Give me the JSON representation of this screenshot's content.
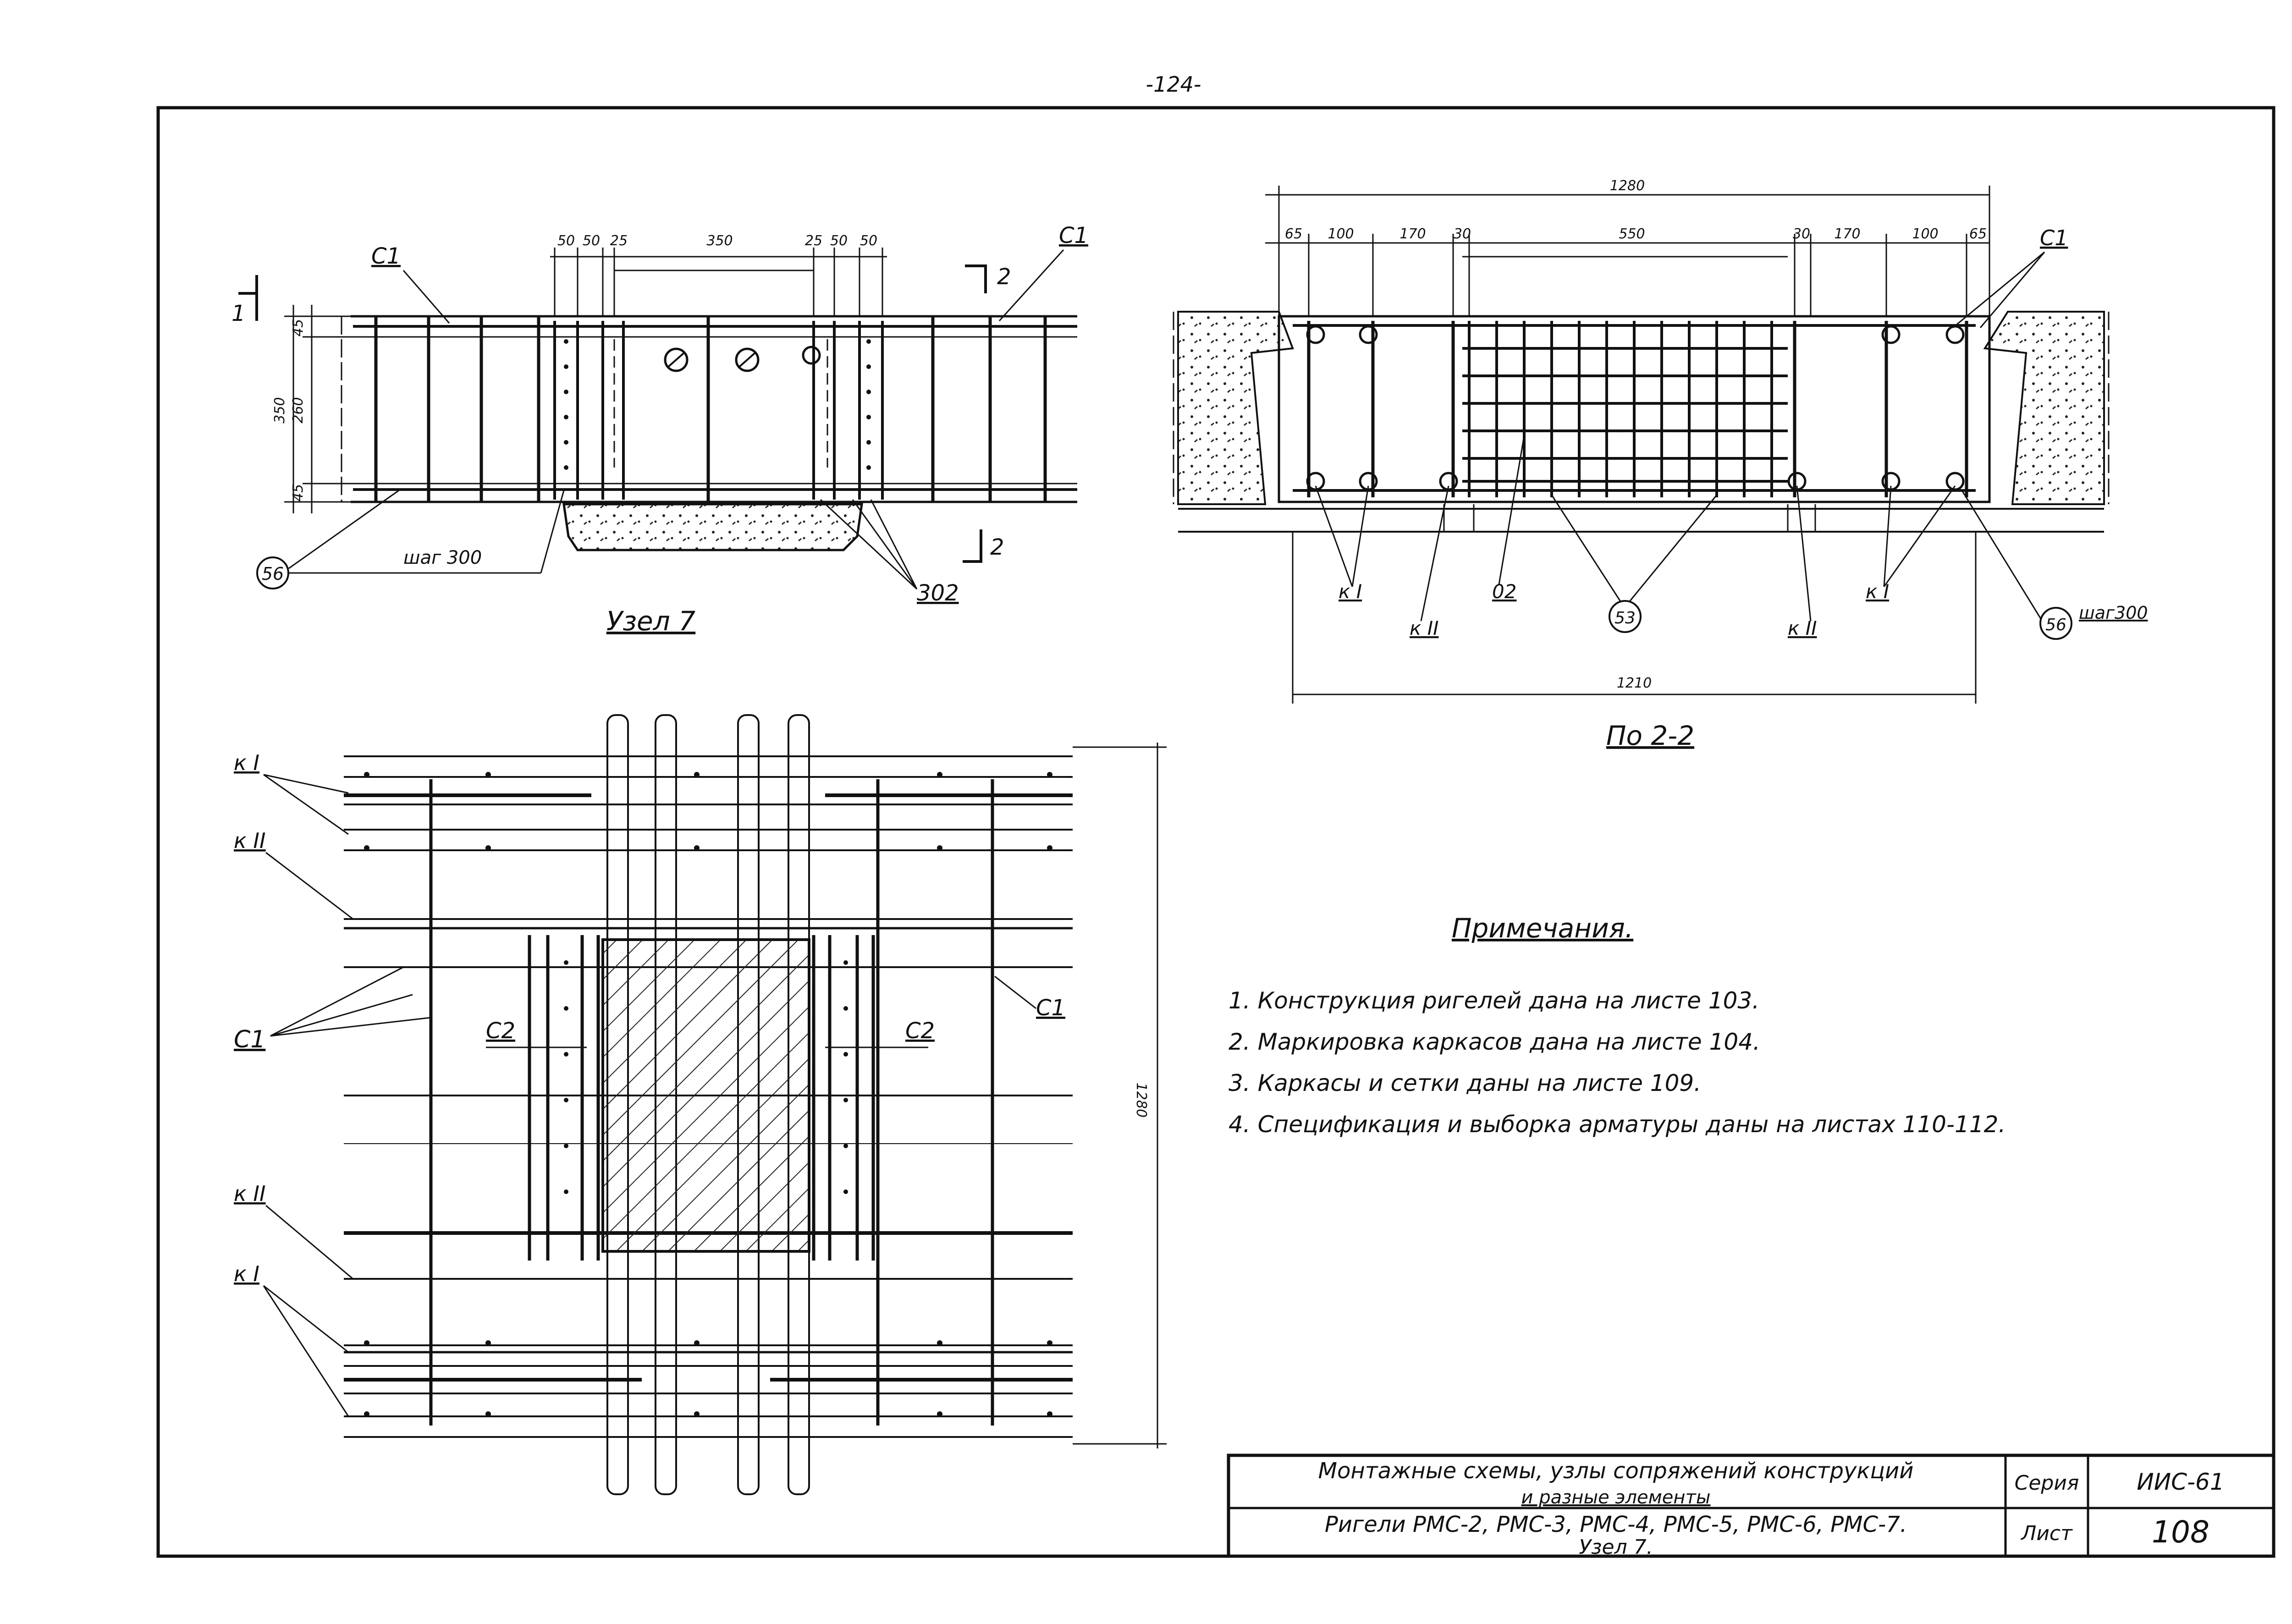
{
  "page_number": "-124-",
  "node7": {
    "title": "Узел 7",
    "dims_top": [
      "50",
      "50",
      "25",
      "350",
      "25",
      "50",
      "50"
    ],
    "dims_left": [
      "45",
      "260",
      "45"
    ],
    "dim_total_height": "350",
    "label_c1": "С1",
    "label_302": "302",
    "label_56": "56",
    "pitch": "шаг 300",
    "section1": "1",
    "section2_top": "2",
    "section2_bottom": "2"
  },
  "section22": {
    "title": "По 2-2",
    "dim_total_top": "1280",
    "dims_top": [
      "65",
      "100",
      "170",
      "30",
      "550",
      "30",
      "170",
      "100",
      "65"
    ],
    "dim_total_bottom": "1210",
    "label_c1": "С1",
    "label_k1_left": "к I",
    "label_k2_left": "к II",
    "label_02": "02",
    "label_53": "53",
    "label_k2_right": "к II",
    "label_k1_right": "к I",
    "label_56": "56",
    "pitch": "шаг300"
  },
  "plan": {
    "label_k1_top": "к I",
    "label_k2_top": "к II",
    "label_c1_left": "С1",
    "label_c2_left": "С2",
    "label_c2_right": "С2",
    "label_c1_right": "С1",
    "label_k2_bottom": "к II",
    "label_k1_bottom": "к I",
    "dim_side": "1280"
  },
  "notes": {
    "heading": "Примечания.",
    "items": [
      "1. Конструкция ригелей дана на листе 103.",
      "2. Маркировка каркасов дана на листе 104.",
      "3. Каркасы и сетки даны на листе 109.",
      "4. Спецификация и выборка арматуры даны на листах 110-112."
    ]
  },
  "title_block": {
    "line1": "Монтажные схемы, узлы сопряжений конструкций",
    "line2": "и разные элементы",
    "line3": "Ригели РМС-2, РМС-3, РМС-4, РМС-5, РМС-6, РМС-7.",
    "line4": "Узел 7.",
    "series_label": "Серия",
    "series_value": "ИИС-61",
    "sheet_label": "Лист",
    "sheet_value": "108"
  }
}
